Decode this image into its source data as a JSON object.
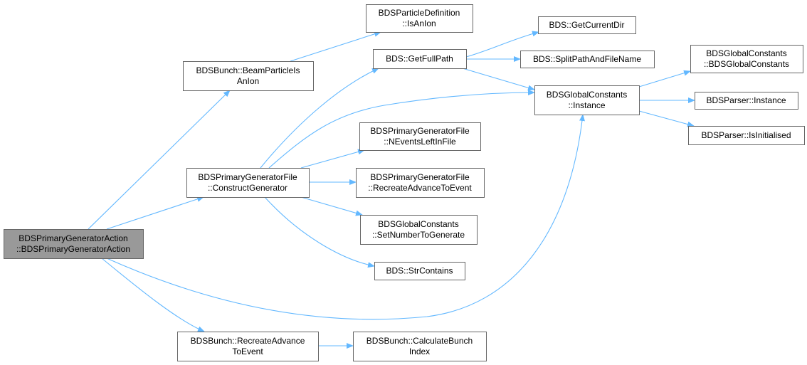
{
  "graph": {
    "edge_color": "#63b8ff",
    "root_fill": "#999999",
    "node_fill": "#ffffff",
    "node_border": "#666666",
    "nodes": [
      {
        "id": "root",
        "lines": [
          "BDSPrimaryGeneratorAction",
          "::BDSPrimaryGeneratorAction"
        ],
        "root": true
      },
      {
        "id": "beamparticle",
        "lines": [
          "BDSBunch::BeamParticleIs",
          "AnIon"
        ]
      },
      {
        "id": "construct",
        "lines": [
          "BDSPrimaryGeneratorFile",
          "::ConstructGenerator"
        ]
      },
      {
        "id": "recreate_bunch",
        "lines": [
          "BDSBunch::RecreateAdvance",
          "ToEvent"
        ]
      },
      {
        "id": "isanion",
        "lines": [
          "BDSParticleDefinition",
          "::IsAnIon"
        ]
      },
      {
        "id": "getfullpath",
        "lines": [
          "BDS::GetFullPath"
        ]
      },
      {
        "id": "neventsleft",
        "lines": [
          "BDSPrimaryGeneratorFile",
          "::NEventsLeftInFile"
        ]
      },
      {
        "id": "recreate_file",
        "lines": [
          "BDSPrimaryGeneratorFile",
          "::RecreateAdvanceToEvent"
        ]
      },
      {
        "id": "setnumber",
        "lines": [
          "BDSGlobalConstants",
          "::SetNumberToGenerate"
        ]
      },
      {
        "id": "strcontains",
        "lines": [
          "BDS::StrContains"
        ]
      },
      {
        "id": "calcbunch",
        "lines": [
          "BDSBunch::CalculateBunch",
          "Index"
        ]
      },
      {
        "id": "getcurrentdir",
        "lines": [
          "BDS::GetCurrentDir"
        ]
      },
      {
        "id": "splitpath",
        "lines": [
          "BDS::SplitPathAndFileName"
        ]
      },
      {
        "id": "instance_gc",
        "lines": [
          "BDSGlobalConstants",
          "::Instance"
        ]
      },
      {
        "id": "gc_ctor",
        "lines": [
          "BDSGlobalConstants",
          "::BDSGlobalConstants"
        ]
      },
      {
        "id": "parser_instance",
        "lines": [
          "BDSParser::Instance"
        ]
      },
      {
        "id": "parser_isinit",
        "lines": [
          "BDSParser::IsInitialised"
        ]
      }
    ],
    "edges": [
      {
        "from": "root",
        "to": "beamparticle"
      },
      {
        "from": "root",
        "to": "construct"
      },
      {
        "from": "root",
        "to": "instance_gc"
      },
      {
        "from": "root",
        "to": "recreate_bunch"
      },
      {
        "from": "beamparticle",
        "to": "isanion"
      },
      {
        "from": "construct",
        "to": "getfullpath"
      },
      {
        "from": "construct",
        "to": "instance_gc"
      },
      {
        "from": "construct",
        "to": "neventsleft"
      },
      {
        "from": "construct",
        "to": "recreate_file"
      },
      {
        "from": "construct",
        "to": "setnumber"
      },
      {
        "from": "construct",
        "to": "strcontains"
      },
      {
        "from": "recreate_bunch",
        "to": "calcbunch"
      },
      {
        "from": "getfullpath",
        "to": "getcurrentdir"
      },
      {
        "from": "getfullpath",
        "to": "splitpath"
      },
      {
        "from": "getfullpath",
        "to": "instance_gc"
      },
      {
        "from": "instance_gc",
        "to": "gc_ctor"
      },
      {
        "from": "instance_gc",
        "to": "parser_instance"
      },
      {
        "from": "instance_gc",
        "to": "parser_isinit"
      }
    ]
  }
}
